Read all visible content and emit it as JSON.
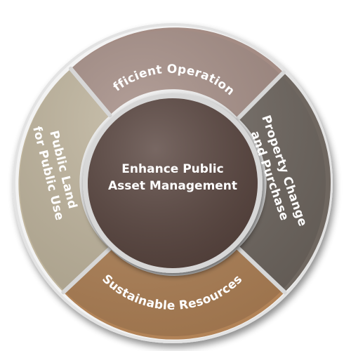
{
  "diagram": {
    "center": {
      "line1": "Enhance Public",
      "line2": "Asset Management",
      "color": "#5a4640"
    },
    "segments": [
      {
        "id": "top",
        "label": "Efficient Operations",
        "color": "#a48c84"
      },
      {
        "id": "right",
        "line1": "Property Change",
        "line2": "and Purchase",
        "color": "#6f6760"
      },
      {
        "id": "bottom",
        "label": "Sustainable Resources",
        "color": "#b28357"
      },
      {
        "id": "left",
        "line1": "Public Land",
        "line2": "for Public Use",
        "color": "#c0b59d"
      }
    ],
    "ring_outline_color": "#d7d7d7"
  }
}
